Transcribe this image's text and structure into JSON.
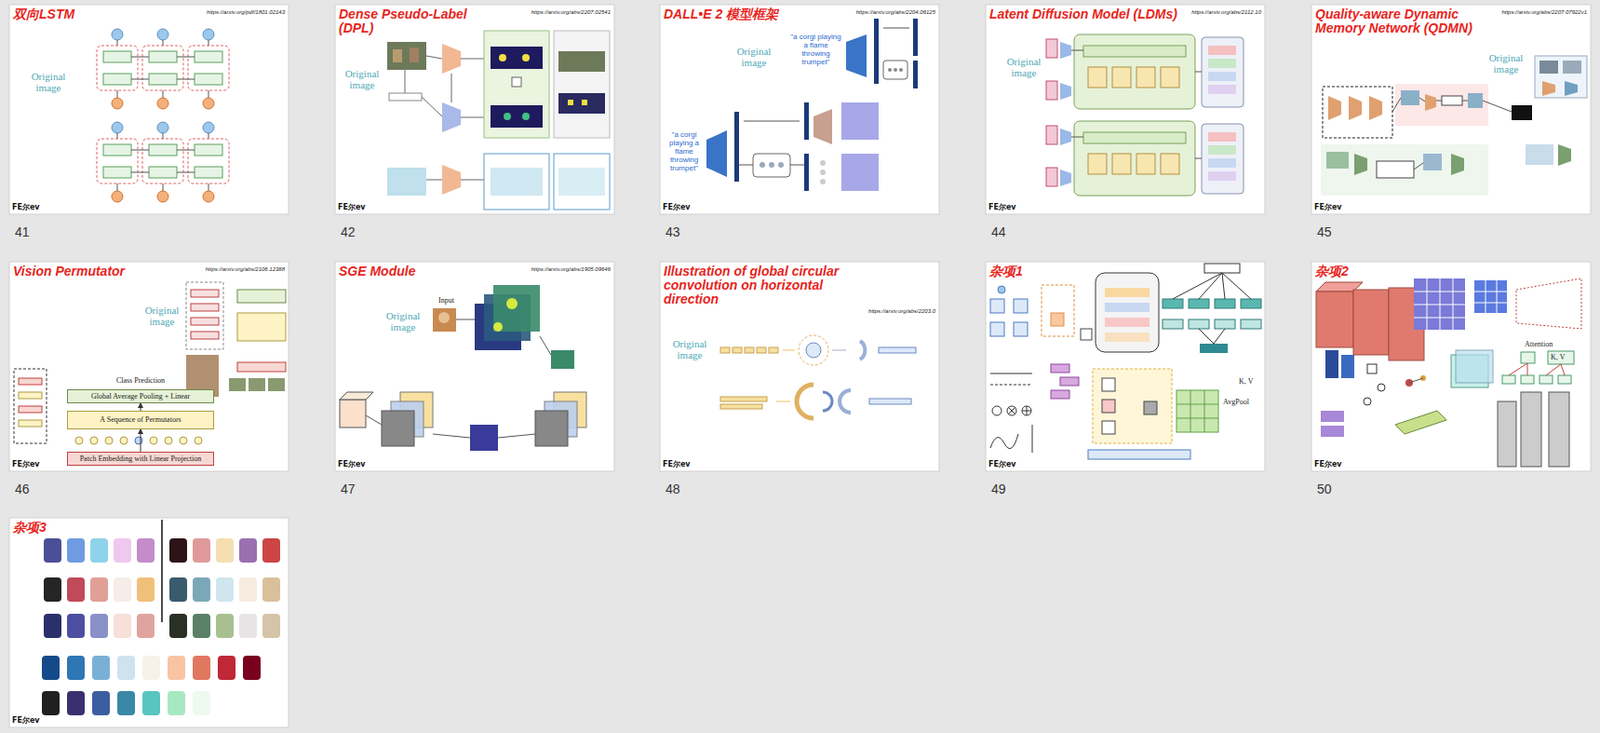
{
  "diagram": {
    "nodes": [
      {
        "text": [
          "双向LSTM",
          "https://arxiv.org/pdf/1801.02143",
          "Original image"
        ]
      },
      {
        "text": [
          "Dense Pseudo-Label (DPL)",
          "https://arxiv.org/abs/2207.02541",
          "Original image"
        ]
      },
      {
        "text": [
          "DALL•E 2 模型框架",
          "https://arxiv.org/abs/2204.06125",
          "Original image"
        ]
      },
      {
        "text": [
          "Latent Diffusion Model (LDMs)",
          "https://arxiv.org/abs/2112.10",
          "Original image"
        ]
      },
      {
        "text": [
          "Quality-aware Dynamic Memory Network (QDMN)",
          "https://arxiv.org/abs/2207.07922v1",
          "Original image"
        ]
      },
      {
        "text": [
          "Vision Permutator",
          "https://arxiv.org/abs/2106.12368",
          "Original image"
        ]
      },
      {
        "text": [
          "Global Average Pooling + Linear"
        ],
        "in": 5
      },
      {
        "text": [
          "A Sequence of Permutators"
        ],
        "in": 5
      },
      {
        "text": [
          "Patch Embedding with Linear Projection"
        ],
        "in": 5
      },
      {
        "text": [
          "SGE Module",
          "https://arxiv.org/abs/1905.09646",
          "Original image"
        ]
      },
      {
        "text": [
          "Illustration of global circular convolution on horizontal direction",
          "https://arxiv.org/abs/2203.0",
          "Original image"
        ]
      },
      {
        "text": [
          "杂项1"
        ]
      },
      {
        "text": [
          "杂项2"
        ]
      },
      {
        "text": [
          "杂项3"
        ]
      }
    ],
    "edges": [
      {
        "from": 8,
        "to": 7,
        "arrow": "to"
      },
      {
        "from": 7,
        "to": 6,
        "arrow": "to"
      }
    ],
    "labels": [
      "41",
      "42",
      "43",
      "44",
      "45",
      "46",
      "47",
      "48",
      "49",
      "50",
      "FE尔ev",
      "FE尔ev",
      "FE尔ev",
      "FE尔ev",
      "FE尔ev",
      "FE尔ev",
      "FE尔ev",
      "FE尔ev",
      "FE尔ev",
      "FE尔ev",
      "FE尔ev",
      "\"a corgi playing a flame throwing trumpet\"",
      "\"a corgi playing a flame throwing trumpet\"",
      "Input",
      "Class Prediction",
      "AvgPool",
      "K, V",
      "Attention",
      "K, V"
    ]
  }
}
